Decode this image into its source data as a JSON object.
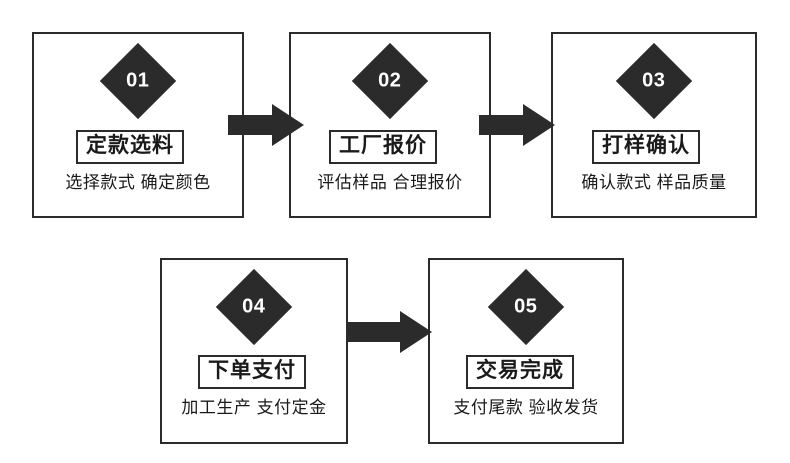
{
  "diagram": {
    "type": "process-flow",
    "background_color": "#ffffff",
    "line_color": "#2b2b2b",
    "badge_fill": "#2b2b2b",
    "badge_text_color": "#ffffff",
    "steps": [
      {
        "number": "01",
        "title": "定款选料",
        "caption": "选择款式 确定颜色"
      },
      {
        "number": "02",
        "title": "工厂报价",
        "caption": "评估样品 合理报价"
      },
      {
        "number": "03",
        "title": "打样确认",
        "caption": "确认款式 样品质量"
      },
      {
        "number": "04",
        "title": "下单支付",
        "caption": "加工生产 支付定金"
      },
      {
        "number": "05",
        "title": "交易完成",
        "caption": "支付尾款 验收发货"
      }
    ],
    "arrows": [
      {
        "name": "arrow-step1-to-step2"
      },
      {
        "name": "arrow-step2-to-step3"
      },
      {
        "name": "arrow-step4-to-step5"
      }
    ]
  }
}
